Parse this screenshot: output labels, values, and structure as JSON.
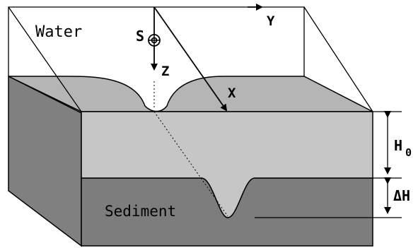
{
  "labels": {
    "water": "Water",
    "sediment": "Sediment",
    "source": "S",
    "axis_x": "X",
    "axis_y": "Y",
    "axis_z": "Z",
    "depth": "H",
    "depth_subscript": "0",
    "delta": "ΔH"
  },
  "colors": {
    "water_surface": "#b5b5b5",
    "front_face": "#c6c6c6",
    "sediment": "#7d7d7d",
    "outline": "#000000",
    "background": "#ffffff"
  },
  "icons": {
    "source": "source-marker-icon"
  }
}
